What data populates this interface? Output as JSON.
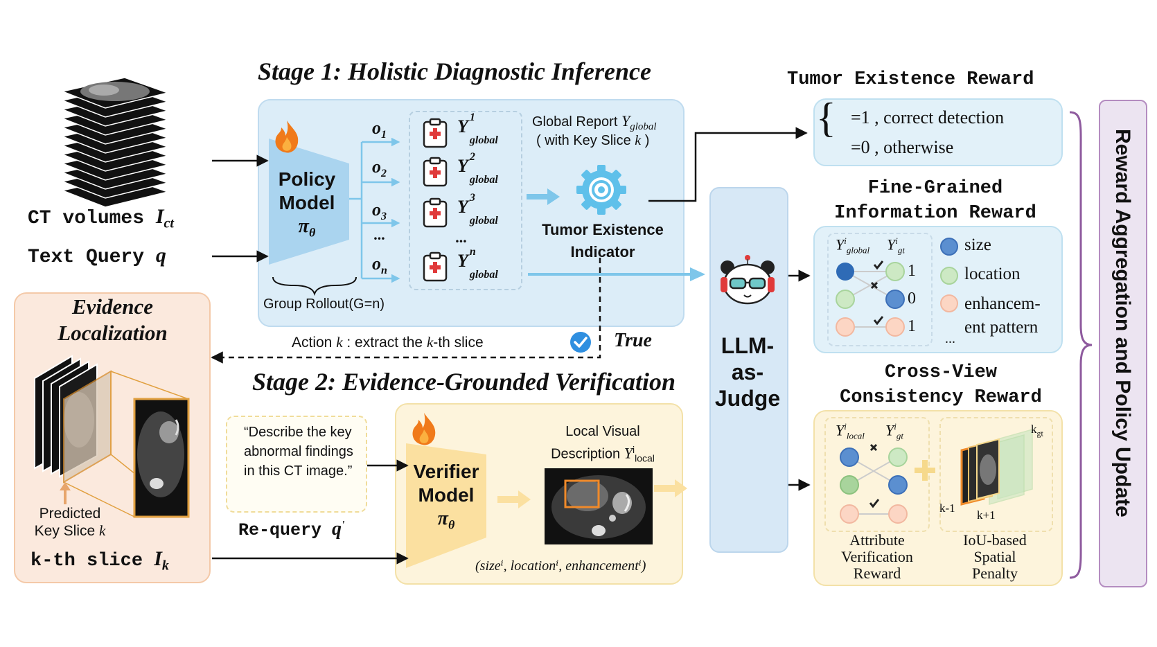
{
  "stage1": {
    "title": "Stage 1: Holistic Diagnostic Inference"
  },
  "stage2": {
    "title": "Stage 2: Evidence-Grounded Verification"
  },
  "inputs": {
    "ct_label": "CT volumes",
    "ct_sym": "I",
    "ct_sub": "ct",
    "query_label": "Text Query",
    "query_sym": "q"
  },
  "policy": {
    "line1": "Policy",
    "line2": "Model",
    "sym": "π",
    "sub": "θ",
    "rollout": "Group Rollout(G=n)"
  },
  "outputs": [
    {
      "o": "o",
      "sub": "1",
      "sup": "1"
    },
    {
      "o": "o",
      "sub": "2",
      "sup": "2"
    },
    {
      "o": "o",
      "sub": "3",
      "sup": "3"
    },
    {
      "o": "o",
      "sub": "n",
      "sup": "n"
    }
  ],
  "ellipsis": "...",
  "report": {
    "Y": "Y",
    "global": "global",
    "header1": "Global Report",
    "header2": "( with Key Slice",
    "k": "k",
    "close": ")"
  },
  "indicator": {
    "line1": "Tumor Existence",
    "line2": "Indicator"
  },
  "action": {
    "prefix": "Action",
    "k": "k",
    "mid": ": extract the",
    "suffix": "-th slice",
    "true_label": "True"
  },
  "evidence": {
    "title1": "Evidence",
    "title2": "Localization",
    "pred1": "Predicted",
    "pred2": "Key Slice",
    "k": "k",
    "slice_label": "k-th slice",
    "slice_sym": "I",
    "slice_sub": "k"
  },
  "requery": {
    "quote": "“Describe the key abnormal findings in this CT image.”",
    "label": "Re-query",
    "sym": "q",
    "prime": "'"
  },
  "verifier": {
    "line1": "Verifier",
    "line2": "Model",
    "sym": "π",
    "sub": "θ",
    "desc1": "Local Visual",
    "desc2": "Description",
    "Y": "Y",
    "sup": "i",
    "local": "local",
    "attrs": "(sizeⁱ, locationⁱ, enhancementⁱ)"
  },
  "judge": {
    "line1": "LLM-",
    "line2": "as-",
    "line3": "Judge"
  },
  "tumor_reward": {
    "title": "Tumor Existence Reward",
    "line1": "=1 , correct detection",
    "line2": "=0 , otherwise"
  },
  "fine_reward": {
    "title1": "Fine-Grained",
    "title2": "Information Reward",
    "Yg": "Y",
    "g_sup": "i",
    "g_sub": "global",
    "Ygt": "Y",
    "gt_sup": "i",
    "gt_sub": "gt",
    "vals": [
      "1",
      "0",
      "1"
    ],
    "legend": [
      "size",
      "location",
      "enhancem-",
      "ent pattern"
    ],
    "more": "..."
  },
  "cross_reward": {
    "title1": "Cross-View",
    "title2": "Consistency Reward",
    "Yl": "Y",
    "l_sup": "i",
    "l_sub": "local",
    "Ygt": "Y",
    "gt_sup": "i",
    "gt_sub": "gt",
    "attr1": "Attribute",
    "attr2": "Verification",
    "attr3": "Reward",
    "iou1": "IoU-based",
    "iou2": "Spatial",
    "iou3": "Penalty",
    "km1": "k-1",
    "kp1": "k+1",
    "kgt": "k",
    "kgt_sub": "gt"
  },
  "side": {
    "label": "Reward Aggregation and Policy Update"
  },
  "colors": {
    "blue_panel": "#dcedf8",
    "orange_panel": "#fbe9dd",
    "yellow_panel": "#fdf4dc",
    "policy_trap": "#aad4ef",
    "verifier_trap": "#fbe0a0",
    "judge": "#d7e8f6",
    "side_panel": "#ece4f1",
    "node_blue": "#3d7cc9",
    "node_green": "#cde9c4",
    "node_peach": "#fcd6c4"
  }
}
